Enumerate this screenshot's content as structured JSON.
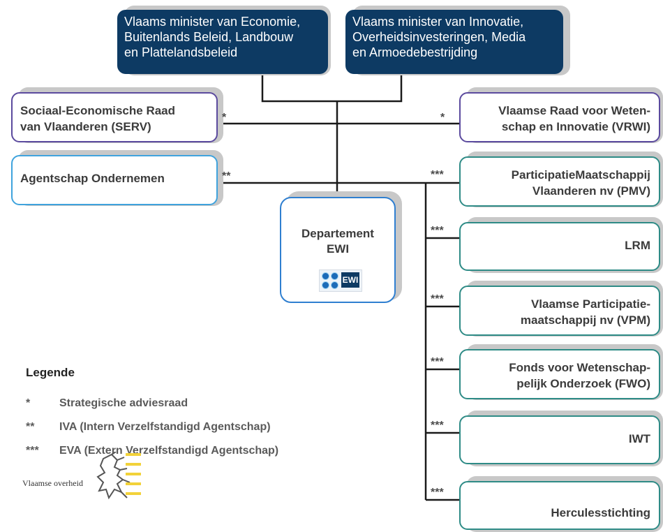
{
  "ministers": [
    {
      "lines": [
        "Vlaams minister van Economie,",
        "Buitenlands Beleid, Landbouw",
        "en Plattelandsbeleid"
      ]
    },
    {
      "lines": [
        "Vlaams minister van Innovatie,",
        "Overheidsinvesteringen, Media",
        "en Armoedebestrijding"
      ]
    }
  ],
  "left_orgs": [
    {
      "lines": [
        "Sociaal-Economische Raad",
        "van Vlaanderen (SERV)"
      ],
      "mark": "*"
    },
    {
      "lines": [
        "Agentschap Ondernemen"
      ],
      "mark": "**"
    }
  ],
  "right_orgs": [
    {
      "lines": [
        "Vlaamse Raad voor Weten-",
        "schap en Innovatie (VRWI)"
      ],
      "mark": "*"
    },
    {
      "lines": [
        "ParticipatieMaatschappij",
        "Vlaanderen nv (PMV)"
      ],
      "mark": "***"
    },
    {
      "lines": [
        "LRM"
      ],
      "mark": "***"
    },
    {
      "lines": [
        "Vlaamse Participatie-",
        "maatschappij nv (VPM)"
      ],
      "mark": "***"
    },
    {
      "lines": [
        "Fonds voor Wetenschap-",
        "pelijk Onderzoek (FWO)"
      ],
      "mark": "***"
    },
    {
      "lines": [
        "IWT"
      ],
      "mark": "***"
    },
    {
      "lines": [
        "Herculesstichting"
      ],
      "mark": "***"
    }
  ],
  "department": {
    "lines": [
      "Departement",
      "EWI"
    ],
    "logo_text": "EWI"
  },
  "legend": {
    "title": "Legende",
    "items": [
      {
        "symbol": "*",
        "label": "Strategische adviesraad"
      },
      {
        "symbol": "**",
        "label": "IVA (Intern Verzelfstandigd Agentschap)"
      },
      {
        "symbol": "***",
        "label": "EVA (Extern Verzelfstandigd Agentschap)"
      }
    ]
  },
  "footer_logo": {
    "text": "Vlaamse overheid"
  },
  "colors": {
    "minister_fill": "#0d3a63",
    "advisory_border": "#5b4a9e",
    "iva_border": "#3fa3dd",
    "eva_border": "#2e8b86",
    "department_border": "#2f7fd0",
    "logo_bars": "#f2d23a"
  }
}
